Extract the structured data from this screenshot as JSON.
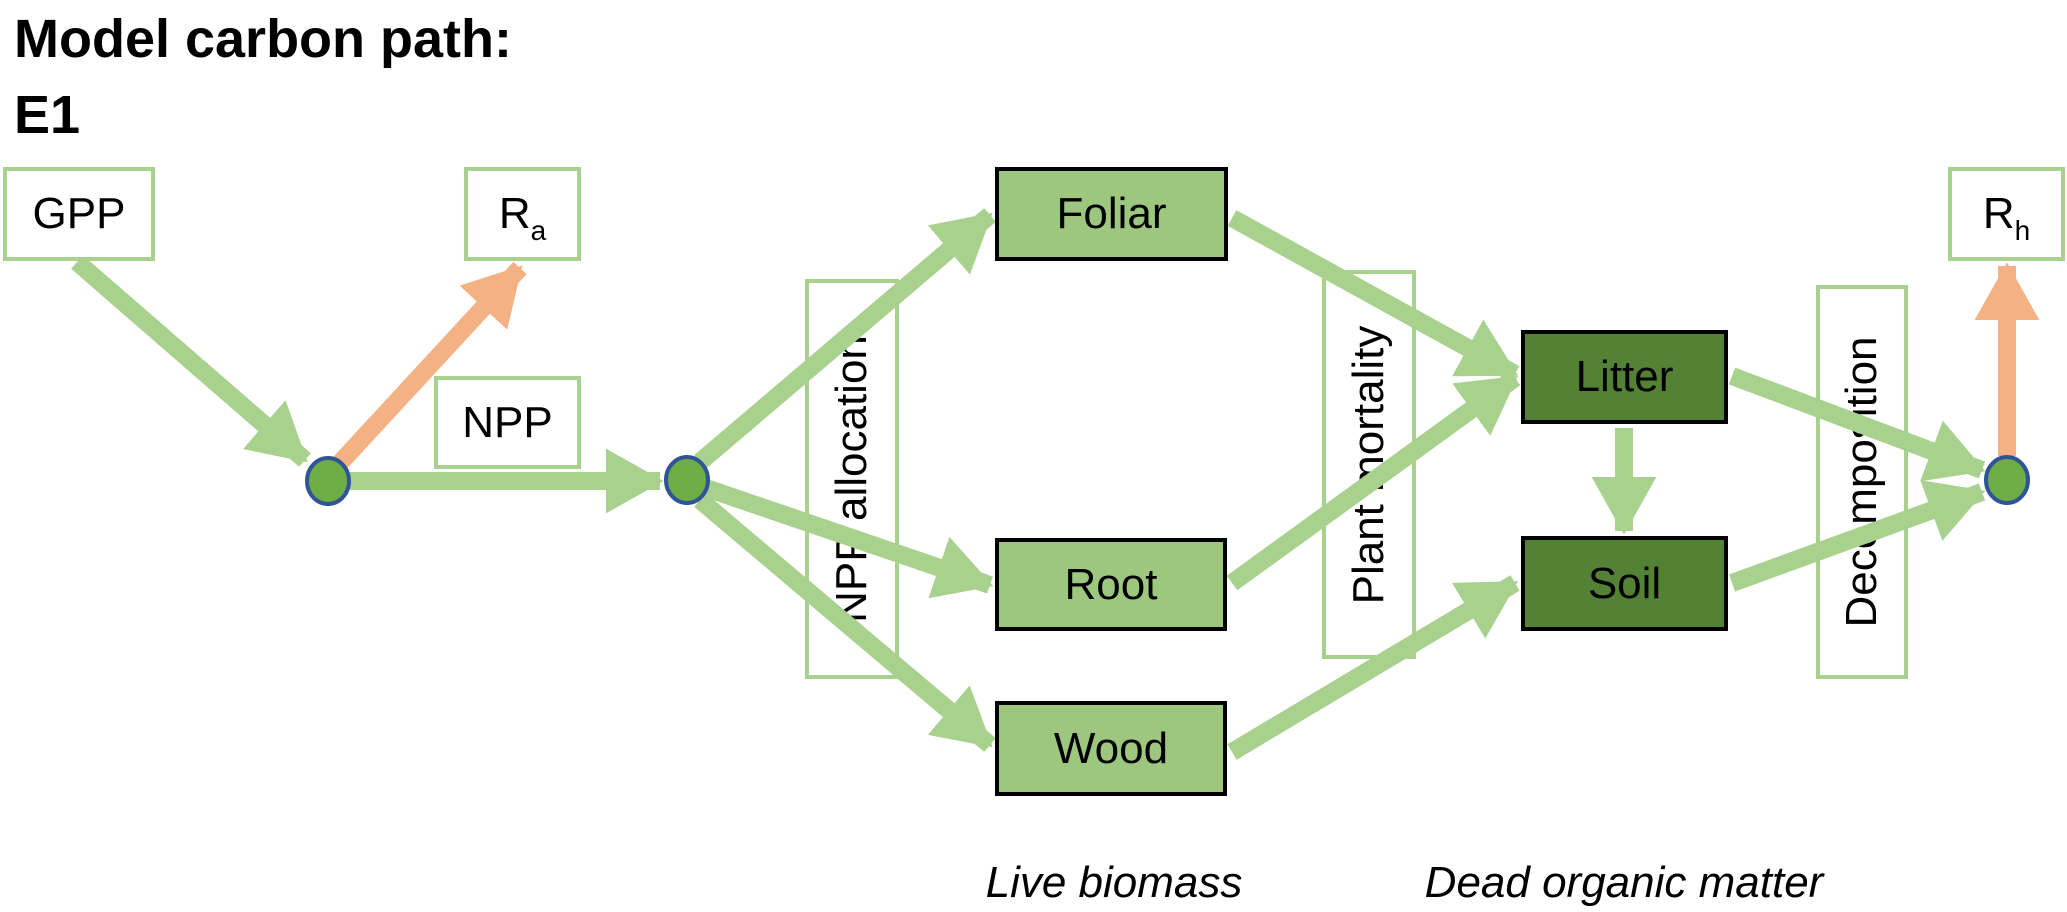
{
  "title": {
    "line1": "Model carbon path:",
    "line2": "E1"
  },
  "colors": {
    "flow_arrow": "#A9D18E",
    "respiration_arrow": "#F4B183",
    "live_pool": "#9DC67F",
    "dead_pool": "#548235",
    "node_fill": "#70AD47",
    "node_stroke": "#2F5597",
    "outline_box": "#A9D18E"
  },
  "fluxes": {
    "gpp": "GPP",
    "ra": {
      "main": "R",
      "sub": "a"
    },
    "npp": "NPP",
    "rh": {
      "main": "R",
      "sub": "h"
    }
  },
  "processes": {
    "npp_allocation": "NPP allocation",
    "plant_mortality": "Plant mortality",
    "decomposition": "Decomposition"
  },
  "pools": {
    "live": [
      "Foliar",
      "Root",
      "Wood"
    ],
    "dead": [
      "Litter",
      "Soil"
    ]
  },
  "captions": {
    "live": "Live biomass",
    "dead": "Dead organic matter"
  },
  "edges": [
    {
      "from": "GPP",
      "to": "node-1",
      "type": "flow"
    },
    {
      "from": "node-1",
      "to": "Ra",
      "type": "respiration"
    },
    {
      "from": "node-1",
      "to": "node-2",
      "type": "flow",
      "label": "NPP"
    },
    {
      "from": "node-2",
      "to": "Foliar",
      "type": "flow"
    },
    {
      "from": "node-2",
      "to": "Root",
      "type": "flow"
    },
    {
      "from": "node-2",
      "to": "Wood",
      "type": "flow"
    },
    {
      "from": "Foliar",
      "to": "Litter",
      "type": "flow"
    },
    {
      "from": "Root",
      "to": "Litter",
      "type": "flow"
    },
    {
      "from": "Wood",
      "to": "Soil",
      "type": "flow"
    },
    {
      "from": "Litter",
      "to": "Soil",
      "type": "flow"
    },
    {
      "from": "Litter",
      "to": "node-3",
      "type": "flow"
    },
    {
      "from": "Soil",
      "to": "node-3",
      "type": "flow"
    },
    {
      "from": "node-3",
      "to": "Rh",
      "type": "respiration"
    }
  ]
}
